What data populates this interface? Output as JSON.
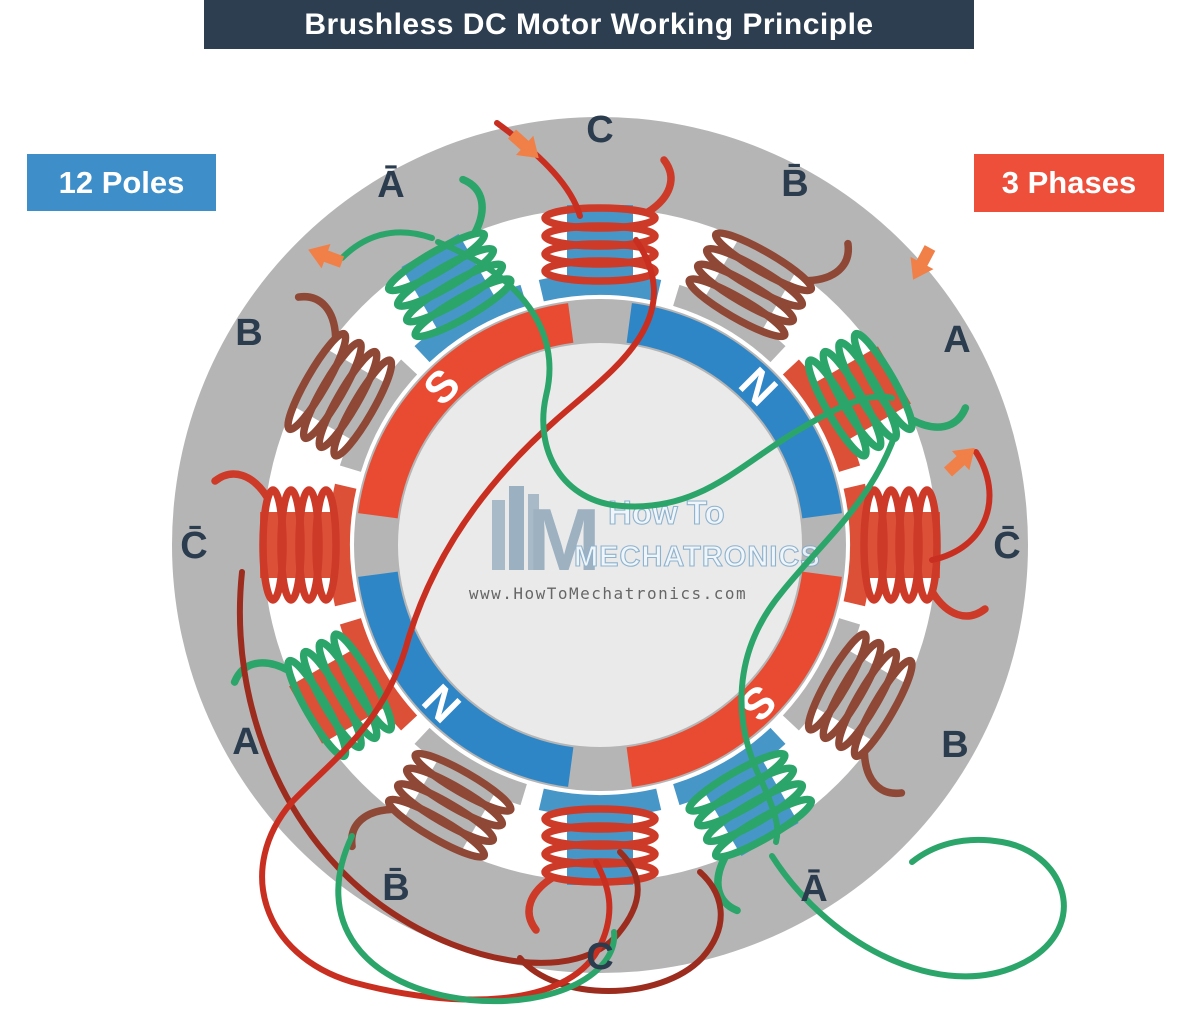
{
  "title": "Brushless DC Motor Working Principle",
  "badge_left": "12 Poles",
  "badge_right": "3 Phases",
  "colors": {
    "banner_bg": "#2d3e50",
    "badge_left_bg": "#3d8ec9",
    "badge_right_bg": "#ee4f3b",
    "label_text": "#2b3c4e",
    "ring_gray": "#b5b5b5",
    "tooth_blue": "#4796c8",
    "tooth_red": "#dc5038",
    "tooth_gray": "#b5b5b5",
    "coil_red": "#cd3a28",
    "coil_green": "#2ca56a",
    "coil_brown": "#8e4835",
    "magnet_red": "#e84b31",
    "magnet_blue": "#2f86c7",
    "rotor_core": "#eaeaea",
    "arrow_orange": "#f08048",
    "wire_red": "#c92f20",
    "wire_dark_red": "#9c2c1e",
    "wire_green": "#2ca56a"
  },
  "motor": {
    "poles": [
      {
        "label": "C"
      },
      {
        "label": "B̄"
      },
      {
        "label": "A"
      },
      {
        "label": "C̄"
      },
      {
        "label": "B"
      },
      {
        "label": "Ā"
      },
      {
        "label": "C"
      },
      {
        "label": "B̄"
      },
      {
        "label": "A"
      },
      {
        "label": "C̄"
      },
      {
        "label": "B"
      },
      {
        "label": "Ā"
      }
    ],
    "rotor_magnets": [
      {
        "label": "S"
      },
      {
        "label": "N"
      },
      {
        "label": "S"
      },
      {
        "label": "N"
      }
    ],
    "watermark": {
      "logo": "M",
      "line1": "How To",
      "line2": "MECHATRONICS",
      "url": "www.HowToMechatronics.com"
    }
  }
}
